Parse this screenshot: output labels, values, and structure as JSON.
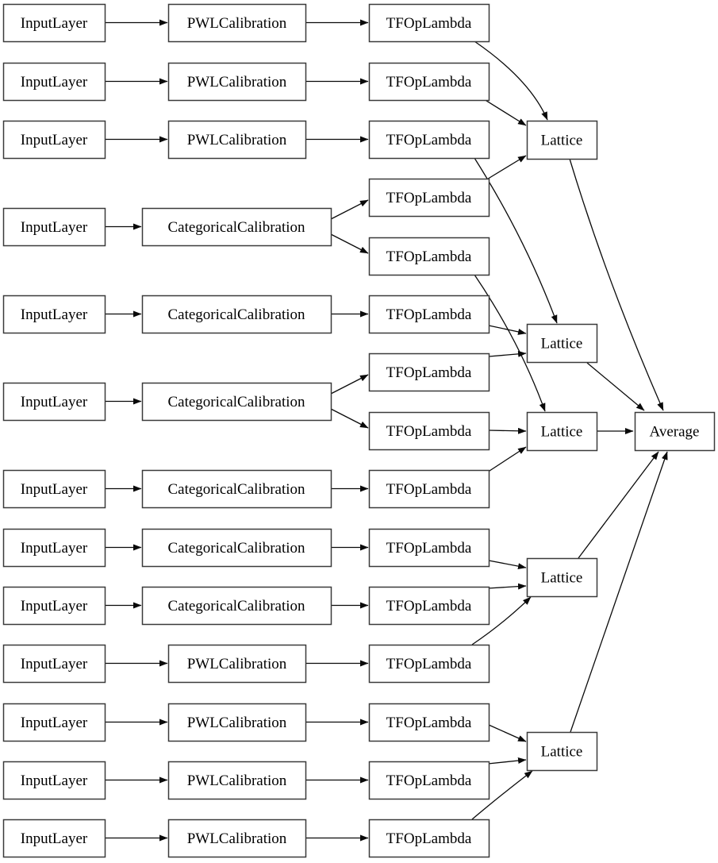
{
  "diagram": {
    "kind": "keras-model-graph",
    "colors": {
      "background": "#ffffff",
      "node_fill": "#ffffff",
      "node_border": "#3a3a3a",
      "edge": "#0a0a0a",
      "text": "#000000"
    },
    "nodes": [
      {
        "id": "input-1",
        "label": "InputLayer"
      },
      {
        "id": "input-2",
        "label": "InputLayer"
      },
      {
        "id": "input-3",
        "label": "InputLayer"
      },
      {
        "id": "input-4",
        "label": "InputLayer"
      },
      {
        "id": "input-5",
        "label": "InputLayer"
      },
      {
        "id": "input-6",
        "label": "InputLayer"
      },
      {
        "id": "input-7",
        "label": "InputLayer"
      },
      {
        "id": "input-8",
        "label": "InputLayer"
      },
      {
        "id": "input-9",
        "label": "InputLayer"
      },
      {
        "id": "input-10",
        "label": "InputLayer"
      },
      {
        "id": "input-11",
        "label": "InputLayer"
      },
      {
        "id": "input-12",
        "label": "InputLayer"
      },
      {
        "id": "input-13",
        "label": "InputLayer"
      },
      {
        "id": "calib-1",
        "label": "PWLCalibration"
      },
      {
        "id": "calib-2",
        "label": "PWLCalibration"
      },
      {
        "id": "calib-3",
        "label": "PWLCalibration"
      },
      {
        "id": "calib-4",
        "label": "CategoricalCalibration"
      },
      {
        "id": "calib-5",
        "label": "CategoricalCalibration"
      },
      {
        "id": "calib-6",
        "label": "CategoricalCalibration"
      },
      {
        "id": "calib-7",
        "label": "CategoricalCalibration"
      },
      {
        "id": "calib-8",
        "label": "CategoricalCalibration"
      },
      {
        "id": "calib-9",
        "label": "CategoricalCalibration"
      },
      {
        "id": "calib-10",
        "label": "PWLCalibration"
      },
      {
        "id": "calib-11",
        "label": "PWLCalibration"
      },
      {
        "id": "calib-12",
        "label": "PWLCalibration"
      },
      {
        "id": "calib-13",
        "label": "PWLCalibration"
      },
      {
        "id": "tfop-1",
        "label": "TFOpLambda"
      },
      {
        "id": "tfop-2",
        "label": "TFOpLambda"
      },
      {
        "id": "tfop-3",
        "label": "TFOpLambda"
      },
      {
        "id": "tfop-4",
        "label": "TFOpLambda"
      },
      {
        "id": "tfop-5",
        "label": "TFOpLambda"
      },
      {
        "id": "tfop-6",
        "label": "TFOpLambda"
      },
      {
        "id": "tfop-7",
        "label": "TFOpLambda"
      },
      {
        "id": "tfop-8",
        "label": "TFOpLambda"
      },
      {
        "id": "tfop-9",
        "label": "TFOpLambda"
      },
      {
        "id": "tfop-10",
        "label": "TFOpLambda"
      },
      {
        "id": "tfop-11",
        "label": "TFOpLambda"
      },
      {
        "id": "tfop-12",
        "label": "TFOpLambda"
      },
      {
        "id": "tfop-13",
        "label": "TFOpLambda"
      },
      {
        "id": "tfop-14",
        "label": "TFOpLambda"
      },
      {
        "id": "tfop-15",
        "label": "TFOpLambda"
      },
      {
        "id": "lattice-1",
        "label": "Lattice"
      },
      {
        "id": "lattice-2",
        "label": "Lattice"
      },
      {
        "id": "lattice-3",
        "label": "Lattice"
      },
      {
        "id": "lattice-4",
        "label": "Lattice"
      },
      {
        "id": "lattice-5",
        "label": "Lattice"
      },
      {
        "id": "average",
        "label": "Average"
      }
    ],
    "edges": [
      {
        "from": "input-1",
        "to": "calib-1"
      },
      {
        "from": "input-2",
        "to": "calib-2"
      },
      {
        "from": "input-3",
        "to": "calib-3"
      },
      {
        "from": "input-4",
        "to": "calib-4"
      },
      {
        "from": "input-5",
        "to": "calib-5"
      },
      {
        "from": "input-6",
        "to": "calib-6"
      },
      {
        "from": "input-7",
        "to": "calib-7"
      },
      {
        "from": "input-8",
        "to": "calib-8"
      },
      {
        "from": "input-9",
        "to": "calib-9"
      },
      {
        "from": "input-10",
        "to": "calib-10"
      },
      {
        "from": "input-11",
        "to": "calib-11"
      },
      {
        "from": "input-12",
        "to": "calib-12"
      },
      {
        "from": "input-13",
        "to": "calib-13"
      },
      {
        "from": "calib-1",
        "to": "tfop-1"
      },
      {
        "from": "calib-2",
        "to": "tfop-2"
      },
      {
        "from": "calib-3",
        "to": "tfop-3"
      },
      {
        "from": "calib-4",
        "to": "tfop-4"
      },
      {
        "from": "calib-4",
        "to": "tfop-5"
      },
      {
        "from": "calib-5",
        "to": "tfop-6"
      },
      {
        "from": "calib-6",
        "to": "tfop-7"
      },
      {
        "from": "calib-6",
        "to": "tfop-8"
      },
      {
        "from": "calib-7",
        "to": "tfop-9"
      },
      {
        "from": "calib-8",
        "to": "tfop-10"
      },
      {
        "from": "calib-9",
        "to": "tfop-11"
      },
      {
        "from": "calib-10",
        "to": "tfop-12"
      },
      {
        "from": "calib-11",
        "to": "tfop-13"
      },
      {
        "from": "calib-12",
        "to": "tfop-14"
      },
      {
        "from": "calib-13",
        "to": "tfop-15"
      },
      {
        "from": "tfop-1",
        "to": "lattice-1"
      },
      {
        "from": "tfop-2",
        "to": "lattice-1"
      },
      {
        "from": "tfop-4",
        "to": "lattice-1"
      },
      {
        "from": "tfop-3",
        "to": "lattice-2"
      },
      {
        "from": "tfop-6",
        "to": "lattice-2"
      },
      {
        "from": "tfop-7",
        "to": "lattice-2"
      },
      {
        "from": "tfop-5",
        "to": "lattice-3"
      },
      {
        "from": "tfop-8",
        "to": "lattice-3"
      },
      {
        "from": "tfop-9",
        "to": "lattice-3"
      },
      {
        "from": "tfop-10",
        "to": "lattice-4"
      },
      {
        "from": "tfop-11",
        "to": "lattice-4"
      },
      {
        "from": "tfop-12",
        "to": "lattice-4"
      },
      {
        "from": "tfop-13",
        "to": "lattice-5"
      },
      {
        "from": "tfop-14",
        "to": "lattice-5"
      },
      {
        "from": "tfop-15",
        "to": "lattice-5"
      },
      {
        "from": "lattice-1",
        "to": "average"
      },
      {
        "from": "lattice-2",
        "to": "average"
      },
      {
        "from": "lattice-3",
        "to": "average"
      },
      {
        "from": "lattice-4",
        "to": "average"
      },
      {
        "from": "lattice-5",
        "to": "average"
      }
    ]
  }
}
